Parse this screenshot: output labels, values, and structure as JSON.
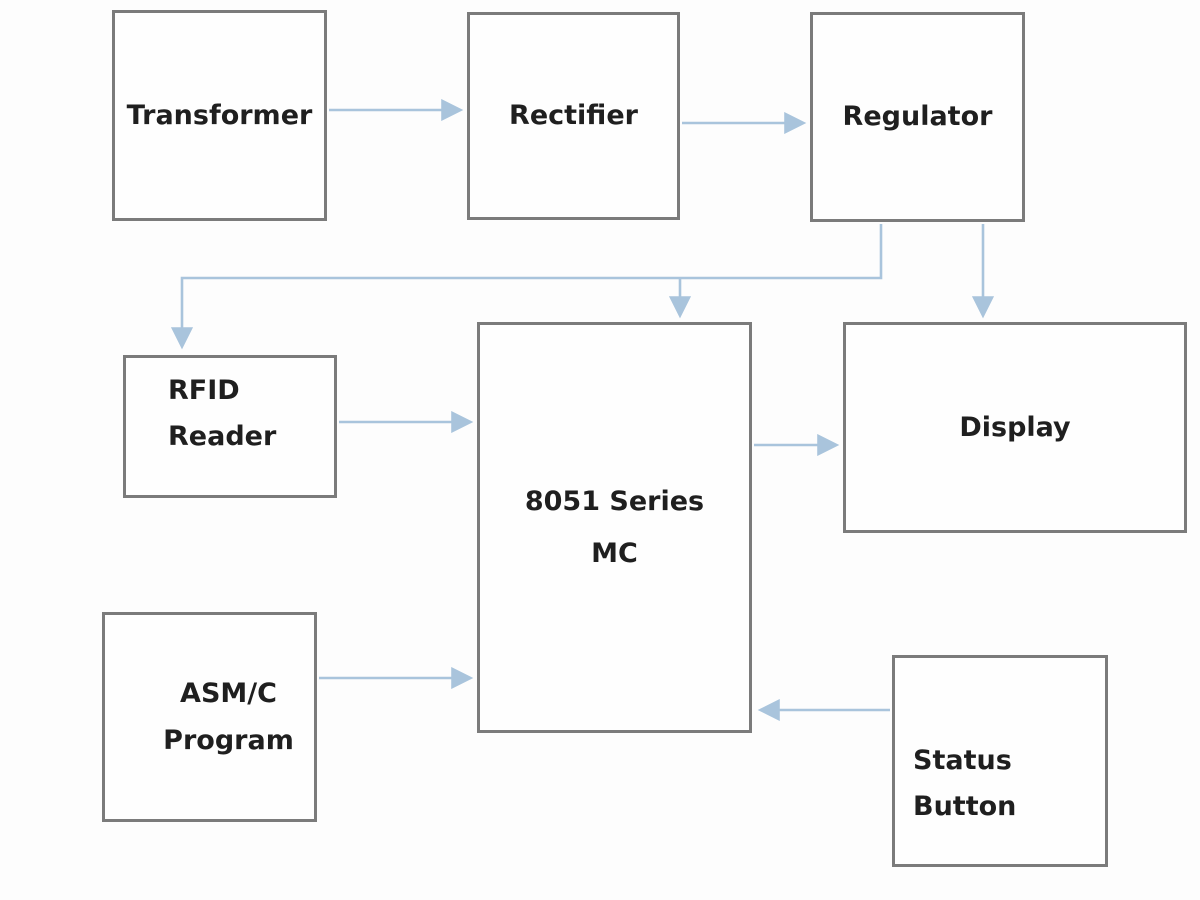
{
  "diagram": {
    "type": "block-diagram",
    "description": "RFID-based system block diagram: power chain (Transformer, Rectifier, Regulator) feeding RFID Reader, 8051 Series MC and Display; ASM/C Program and Status Button inputs to the microcontroller",
    "colors": {
      "background": "#fdfdfd",
      "box_border": "#7b7b7b",
      "arrow": "#a9c4dc",
      "text": "#1f1f1f"
    },
    "nodes": {
      "transformer": {
        "label": "Transformer"
      },
      "rectifier": {
        "label": "Rectifier"
      },
      "regulator": {
        "label": "Regulator"
      },
      "rfid_reader": {
        "lines": [
          "RFID",
          "Reader"
        ]
      },
      "mc_8051": {
        "lines": [
          "8051 Series",
          "MC"
        ]
      },
      "display": {
        "label": "Display"
      },
      "asm_c_program": {
        "lines": [
          "ASM/C",
          "Program"
        ]
      },
      "status_button": {
        "lines": [
          "Status",
          "Button"
        ]
      }
    },
    "edges": [
      {
        "from": "transformer",
        "to": "rectifier"
      },
      {
        "from": "rectifier",
        "to": "regulator"
      },
      {
        "from": "regulator",
        "to": "rfid_reader"
      },
      {
        "from": "regulator",
        "to": "mc_8051"
      },
      {
        "from": "regulator",
        "to": "display"
      },
      {
        "from": "rfid_reader",
        "to": "mc_8051"
      },
      {
        "from": "mc_8051",
        "to": "display"
      },
      {
        "from": "asm_c_program",
        "to": "mc_8051"
      },
      {
        "from": "status_button",
        "to": "mc_8051"
      }
    ]
  }
}
